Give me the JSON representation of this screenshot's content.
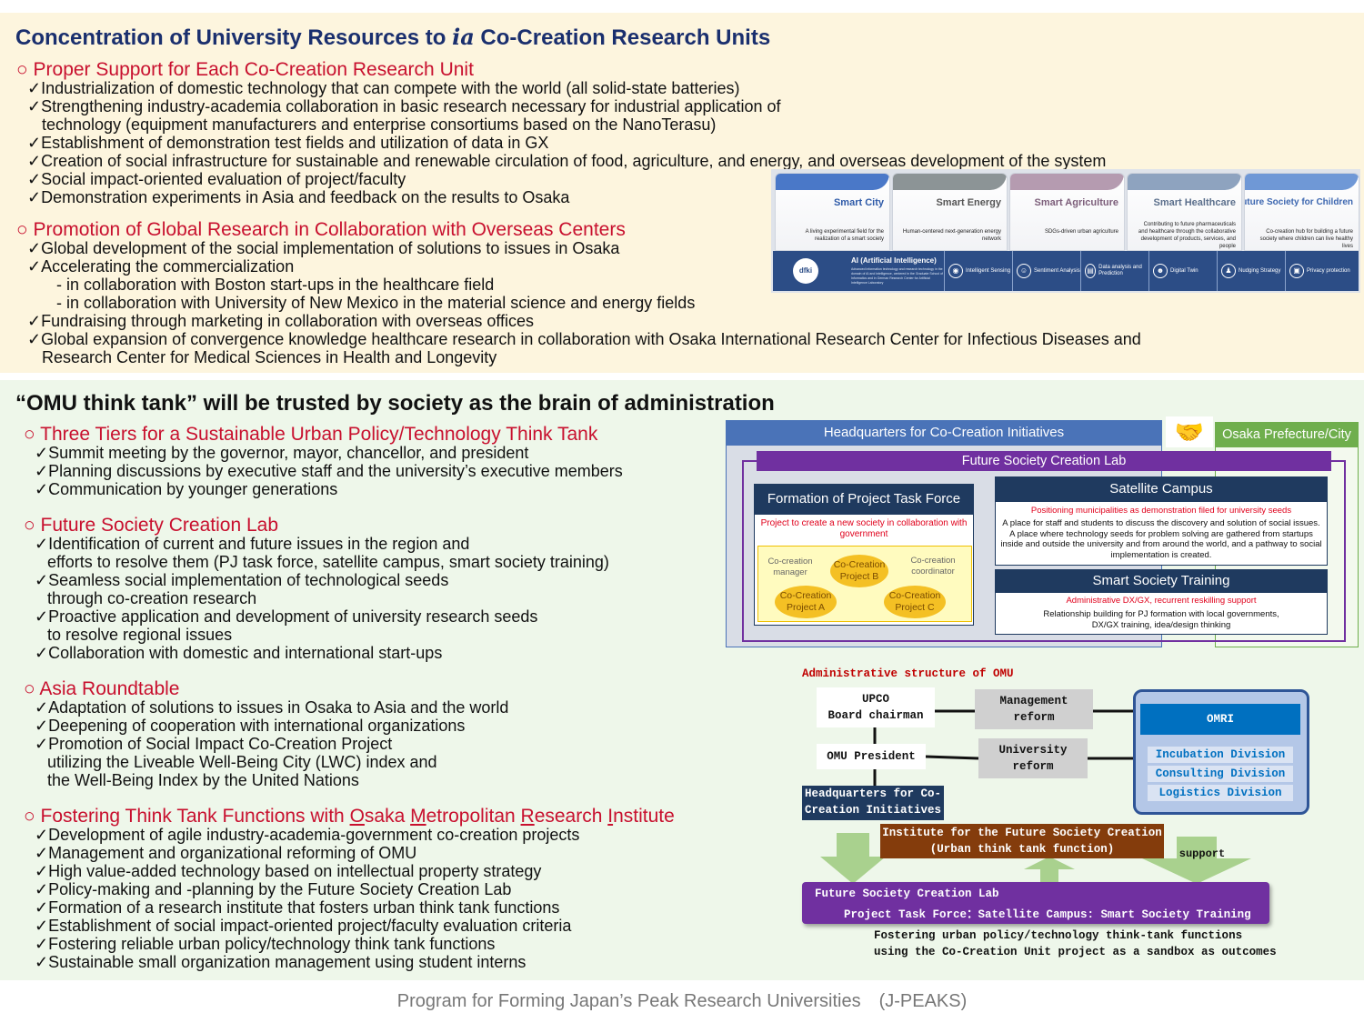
{
  "section1": {
    "title_pre": "Concentration of University Resources to ",
    "title_logo": "ia",
    "title_post": " Co-Creation Research Units",
    "heading1": "○ Proper Support for Each Co-Creation Research Unit",
    "items1": [
      "✓Industrialization of domestic technology that can compete with the world (all solid-state batteries)",
      "✓Strengthening industry-academia collaboration in basic research necessary for industrial application of",
      "technology (equipment manufacturers and enterprise consortiums based on the NanoTerasu)",
      "✓Establishment of demonstration test fields and utilization of data in GX",
      "✓Creation of social infrastructure for sustainable and renewable circulation of food, agriculture, and energy, and overseas development of the system",
      "✓Social impact-oriented evaluation of project/faculty",
      "✓Demonstration experiments in Asia and feedback on the results to Osaka"
    ],
    "heading2": "○ Promotion of Global Research in Collaboration with Overseas Centers",
    "items2": [
      "✓Global development of the social implementation of solutions to issues in Osaka",
      "✓Accelerating the commercialization",
      "- in collaboration with Boston start-ups in the healthcare field",
      "- in collaboration with University of New Mexico in the material science and energy fields",
      "✓Fundraising through marketing in collaboration with overseas offices",
      "✓Global expansion of convergence knowledge healthcare research in collaboration with Osaka International Research Center for Infectious Diseases and",
      "Research Center for Medical Sciences in Health and Longevity"
    ],
    "cards": [
      {
        "title": "Smart City",
        "desc": "A living experimental field for the realization of a smart society",
        "color": "#4a78c8"
      },
      {
        "title": "Smart Energy",
        "desc": "Human-centered next-generation energy network",
        "color": "#8c9496"
      },
      {
        "title": "Smart Agriculture",
        "desc": "SDGs-driven urban agriculture",
        "color": "#b59bb0"
      },
      {
        "title": "Smart Healthcare",
        "desc": "Contributing to future pharmaceuticals and healthcare through the collaborative development of products, services, and people",
        "color": "#8ea3bf"
      },
      {
        "title": "Future Society for Children",
        "desc": "Co-creation hub for building a future society where children can live healthy lives",
        "color": "#6f98d6"
      }
    ],
    "ai_bar": {
      "logo": "dfki",
      "ai_title": "AI (Artificial Intelligence)",
      "ai_desc": "Advanced information technology and research technology in the domain of AI and intelligence, centered in the Graduate School of Informatics and in German Research Center for Artificial Intelligence Laboratory",
      "items": [
        "Intelligent Sensing",
        "Sentiment Analysis",
        "Data analysis and Prediction",
        "Digital Twin",
        "Nudging Strategy",
        "Privacy protection"
      ]
    }
  },
  "section2": {
    "title": "“OMU think tank” will be trusted by society as the brain of administration",
    "heading1": "○ Three Tiers for a Sustainable Urban Policy/Technology Think Tank",
    "items1": [
      "✓Summit meeting by the governor, mayor, chancellor, and president",
      "✓Planning discussions by executive staff and the university’s executive members",
      "✓Communication by younger generations"
    ],
    "heading2": "○ Future Society Creation Lab",
    "items2": [
      "✓Identification of current and future issues in the region and",
      "efforts to resolve them (PJ task force, satellite campus, smart society training)",
      "✓Seamless social implementation of technological seeds",
      "through co-creation research",
      "✓Proactive application and development of university research seeds",
      "to resolve regional issues",
      "✓Collaboration with domestic and international start-ups"
    ],
    "heading3": "○ Asia Roundtable",
    "items3": [
      "✓Adaptation of solutions to issues in Osaka to Asia and the world",
      "✓Deepening of cooperation with international organizations",
      "✓Promotion of Social Impact Co-Creation Project",
      "utilizing the Liveable Well-Being City (LWC) index and",
      "the Well-Being Index by the United Nations"
    ],
    "heading4_parts": [
      "○ Fostering Think Tank Functions with ",
      "O",
      "saka ",
      "M",
      "etropolitan ",
      "R",
      "esearch ",
      "I",
      "nstitute"
    ],
    "items4": [
      "✓Development of agile industry-academia-government co-creation projects",
      "✓Management and organizational reforming of OMU",
      "✓High value-added technology based on intellectual property strategy",
      "✓Policy-making and -planning by the Future Society Creation Lab",
      "✓Formation of a research institute that fosters urban think tank functions",
      "✓Establishment of social impact-oriented project/faculty evaluation criteria",
      "✓Fostering reliable urban policy/technology think tank functions",
      "✓Sustainable small organization management using student interns"
    ]
  },
  "diagram1": {
    "hq": "Headquarters for Co-Creation Initiatives",
    "osaka": "Osaka Prefecture/City",
    "lab": "Future Society Creation Lab",
    "taskforce": "Formation of Project Task Force",
    "taskforce_desc": "Project to create a new society in collaboration with government",
    "manager": "Co-creation manager",
    "coordinator": "Co-creation coordinator",
    "projA": "Co-Creation Project A",
    "projB": "Co-Creation Project B",
    "projC": "Co-Creation Project C",
    "satellite": "Satellite Campus",
    "satellite_red": "Positioning municipalities as demonstration filed for university seeds",
    "satellite_desc": "A place for staff and students to discuss the discovery and solution of social issues. A place where technology seeds for problem solving are gathered from startups inside and outside the university and from around the world, and a pathway to social implementation is created.",
    "training": "Smart Society Training",
    "training_red": "Administrative DX/GX, recurrent reskilling support",
    "training_desc1": "Relationship building for PJ formation with local governments,",
    "training_desc2": "DX/GX training,  idea/design thinking"
  },
  "diagram2": {
    "title": "Administrative structure of OMU",
    "upco1": "UPCO",
    "upco2": "Board chairman",
    "mgmt1": "Management",
    "mgmt2": "reform",
    "president": "OMU President",
    "univ1": "University",
    "univ2": "reform",
    "omri": "OMRI",
    "divisions": [
      "Incubation Division",
      "Consulting Division",
      "Logistics Division"
    ],
    "hq1": "Headquarters for Co-",
    "hq2": "Creation Initiatives",
    "inst1": "Institute for the Future Society Creation",
    "inst2": "(Urban think tank function)",
    "support": "support",
    "lab1": "Future Society Creation Lab",
    "lab2": "Project Task Force：Satellite Campus: Smart Society Training",
    "foot1": "Fostering urban policy/technology think-tank functions",
    "foot2": "using the Co-Creation Unit project as a sandbox as outcomes"
  },
  "footer": "Program for Forming Japan’s Peak Research Universities　(J-PEAKS)",
  "colors": {
    "accent_red": "#c8102e",
    "navy": "#1a2f6e",
    "purple": "#7030a0",
    "brown": "#843c0c",
    "green_arrow": "#a9d18e"
  }
}
